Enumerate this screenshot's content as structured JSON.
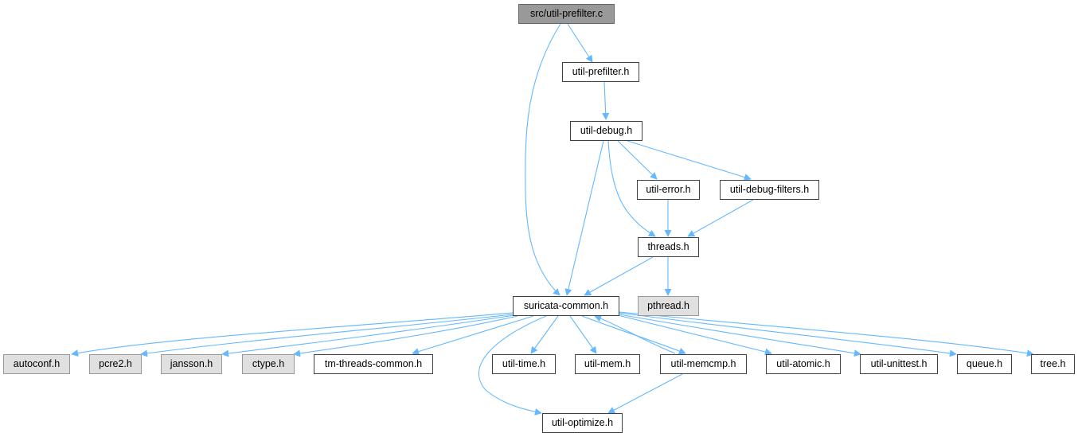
{
  "colors": {
    "edge": "#63b8ff",
    "node_border": "#404040",
    "root_fill": "#999999",
    "system_fill": "#e0e0e0"
  },
  "nodes": {
    "src_util_prefilter_c": {
      "label": "src/util-prefilter.c",
      "kind": "root"
    },
    "util_prefilter_h": {
      "label": "util-prefilter.h",
      "kind": "local"
    },
    "util_debug_h": {
      "label": "util-debug.h",
      "kind": "local"
    },
    "util_error_h": {
      "label": "util-error.h",
      "kind": "local"
    },
    "util_debug_filters_h": {
      "label": "util-debug-filters.h",
      "kind": "local"
    },
    "threads_h": {
      "label": "threads.h",
      "kind": "local"
    },
    "suricata_common_h": {
      "label": "suricata-common.h",
      "kind": "local"
    },
    "pthread_h": {
      "label": "pthread.h",
      "kind": "system"
    },
    "autoconf_h": {
      "label": "autoconf.h",
      "kind": "system"
    },
    "pcre2_h": {
      "label": "pcre2.h",
      "kind": "system"
    },
    "jansson_h": {
      "label": "jansson.h",
      "kind": "system"
    },
    "ctype_h": {
      "label": "ctype.h",
      "kind": "system"
    },
    "tm_threads_common_h": {
      "label": "tm-threads-common.h",
      "kind": "local"
    },
    "util_time_h": {
      "label": "util-time.h",
      "kind": "local"
    },
    "util_mem_h": {
      "label": "util-mem.h",
      "kind": "local"
    },
    "util_memcmp_h": {
      "label": "util-memcmp.h",
      "kind": "local"
    },
    "util_atomic_h": {
      "label": "util-atomic.h",
      "kind": "local"
    },
    "util_unittest_h": {
      "label": "util-unittest.h",
      "kind": "local"
    },
    "queue_h": {
      "label": "queue.h",
      "kind": "local"
    },
    "tree_h": {
      "label": "tree.h",
      "kind": "local"
    },
    "util_optimize_h": {
      "label": "util-optimize.h",
      "kind": "local"
    }
  },
  "edges": [
    {
      "from": "src/util-prefilter.c",
      "to": "util-prefilter.h"
    },
    {
      "from": "src/util-prefilter.c",
      "to": "suricata-common.h"
    },
    {
      "from": "util-prefilter.h",
      "to": "util-debug.h"
    },
    {
      "from": "util-debug.h",
      "to": "suricata-common.h"
    },
    {
      "from": "util-debug.h",
      "to": "threads.h"
    },
    {
      "from": "util-debug.h",
      "to": "util-error.h"
    },
    {
      "from": "util-debug.h",
      "to": "util-debug-filters.h"
    },
    {
      "from": "util-error.h",
      "to": "threads.h"
    },
    {
      "from": "util-debug-filters.h",
      "to": "threads.h"
    },
    {
      "from": "threads.h",
      "to": "suricata-common.h"
    },
    {
      "from": "threads.h",
      "to": "pthread.h"
    },
    {
      "from": "suricata-common.h",
      "to": "autoconf.h"
    },
    {
      "from": "suricata-common.h",
      "to": "pcre2.h"
    },
    {
      "from": "suricata-common.h",
      "to": "jansson.h"
    },
    {
      "from": "suricata-common.h",
      "to": "ctype.h"
    },
    {
      "from": "suricata-common.h",
      "to": "tm-threads-common.h"
    },
    {
      "from": "suricata-common.h",
      "to": "util-optimize.h"
    },
    {
      "from": "suricata-common.h",
      "to": "util-time.h"
    },
    {
      "from": "suricata-common.h",
      "to": "util-mem.h"
    },
    {
      "from": "suricata-common.h",
      "to": "util-memcmp.h"
    },
    {
      "from": "util-memcmp.h",
      "to": "suricata-common.h"
    },
    {
      "from": "util-memcmp.h",
      "to": "util-optimize.h"
    },
    {
      "from": "suricata-common.h",
      "to": "util-atomic.h"
    },
    {
      "from": "suricata-common.h",
      "to": "util-unittest.h"
    },
    {
      "from": "suricata-common.h",
      "to": "queue.h"
    },
    {
      "from": "suricata-common.h",
      "to": "tree.h"
    }
  ]
}
